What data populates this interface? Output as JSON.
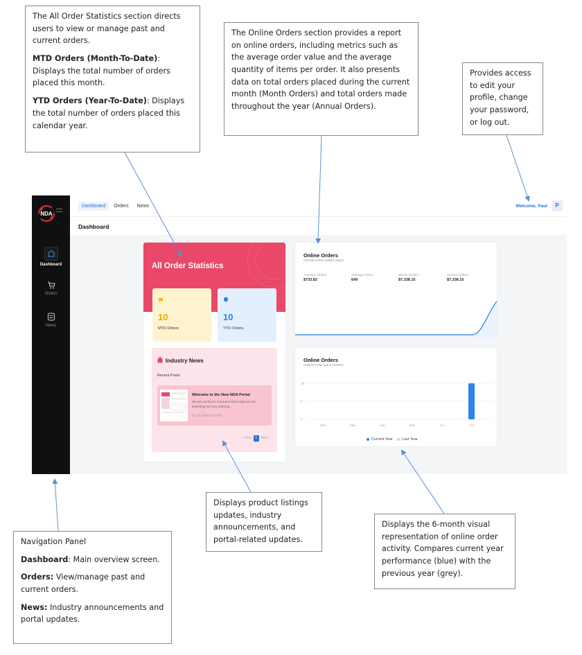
{
  "callouts": {
    "all_orders": {
      "intro": "The All Order Statistics section directs users to view or manage past and current orders.",
      "mtd_term": "MTD Orders (Month-To-Date)",
      "mtd_desc": ": Displays the total number of orders placed this month.",
      "ytd_term": "YTD Orders (Year-To-Date)",
      "ytd_desc": ": Displays the total number of orders placed this calendar year."
    },
    "online_orders": "The Online Orders section provides a report on online orders, including metrics such as the average order value and the average quantity of items per order. It also presents data on total orders placed during the current month (Month Orders) and total orders made throughout the year (Annual Orders).",
    "profile": "Provides access to edit your profile, change your password, or log out.",
    "news": "Displays product listings updates, industry announcements, and portal-related updates.",
    "chart": "Displays the 6-month visual representation of online order activity. Compares current year performance (blue) with the previous year (grey).",
    "nav": {
      "title": "Navigation Panel",
      "dash_term": "Dashboard",
      "dash_desc": ": Main overview screen.",
      "orders_term": "Orders:",
      "orders_desc": " View/manage past and current orders.",
      "news_term": "News:",
      "news_desc": " Industry announcements and portal updates."
    }
  },
  "app": {
    "logo_text": "NDA",
    "sidebar": [
      {
        "label": "Dashboard",
        "icon": "home-icon",
        "active": true
      },
      {
        "label": "Orders",
        "icon": "cart-icon",
        "active": false
      },
      {
        "label": "News",
        "icon": "news-icon",
        "active": false
      }
    ],
    "tabs": [
      "Dashboard",
      "Orders",
      "News"
    ],
    "welcome": "Welcome, Paul",
    "avatar": "P",
    "page_title": "Dashboard",
    "stats": {
      "title": "All Order Statistics",
      "mtd_value": "10",
      "mtd_label": "MTD Orders",
      "ytd_value": "10",
      "ytd_label": "YTD Orders"
    },
    "news": {
      "title": "Industry News",
      "recent": "Recent Posts",
      "post_title": "Welcome to the New NDA Portal",
      "post_desc": "We are excited to announce that today we are launching our new ordering...",
      "post_date": "23 Jul 2025 07:43AM",
      "prev": "‹ Prev",
      "page": "1",
      "next": "Next ›"
    },
    "online_report": {
      "title": "Online Orders",
      "subtitle": "Overall online orders report",
      "metrics": [
        {
          "label": "Average Orders",
          "value": "$733.82"
        },
        {
          "label": "Average Items",
          "value": "649"
        },
        {
          "label": "Month Orders",
          "value": "$7,338.15"
        },
        {
          "label": "Annual Orders",
          "value": "$7,338.15"
        }
      ]
    },
    "online_chart": {
      "title": "Online Orders",
      "subtitle": "Orders in the last 6 months"
    }
  },
  "chart_data": {
    "type": "bar",
    "categories": [
      "Feb",
      "Mar",
      "Apr",
      "May",
      "Jun",
      "Jul"
    ],
    "series": [
      {
        "name": "Current Year",
        "values": [
          0,
          0,
          0,
          0,
          0,
          10
        ],
        "color": "#2d83e8"
      },
      {
        "name": "Last Year",
        "values": [
          0,
          0,
          0,
          0,
          0,
          0
        ],
        "color": "#cccccc"
      }
    ],
    "yticks": [
      0,
      5,
      10
    ],
    "ylim": [
      0,
      10
    ],
    "legend": "bottom"
  }
}
